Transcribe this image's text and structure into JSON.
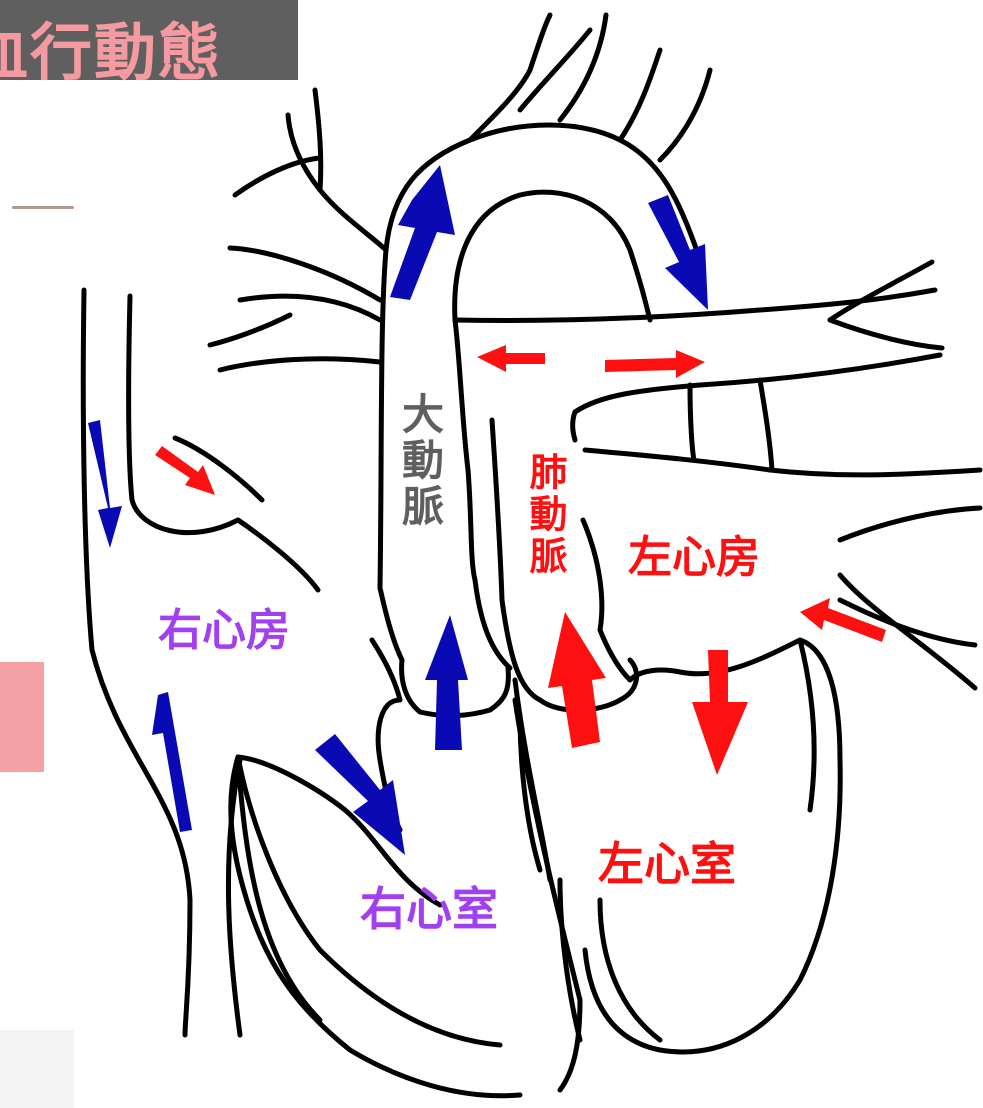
{
  "title": "血行動態",
  "colors": {
    "venous_arrow": "#0a0ab4",
    "arterial_arrow": "#ff1010",
    "right_heart_label": "#a040f0",
    "left_heart_label": "#ff1010",
    "aorta_label": "#5f5f5f",
    "title_banner_bg": "#5f5f5f",
    "title_text": "#f49aa0"
  },
  "labels": {
    "right_atrium": "右心房",
    "right_ventricle": "右心室",
    "left_atrium": "左心房",
    "left_ventricle": "左心室",
    "aorta": "大動脈",
    "pulmonary_artery": "肺動脈"
  }
}
